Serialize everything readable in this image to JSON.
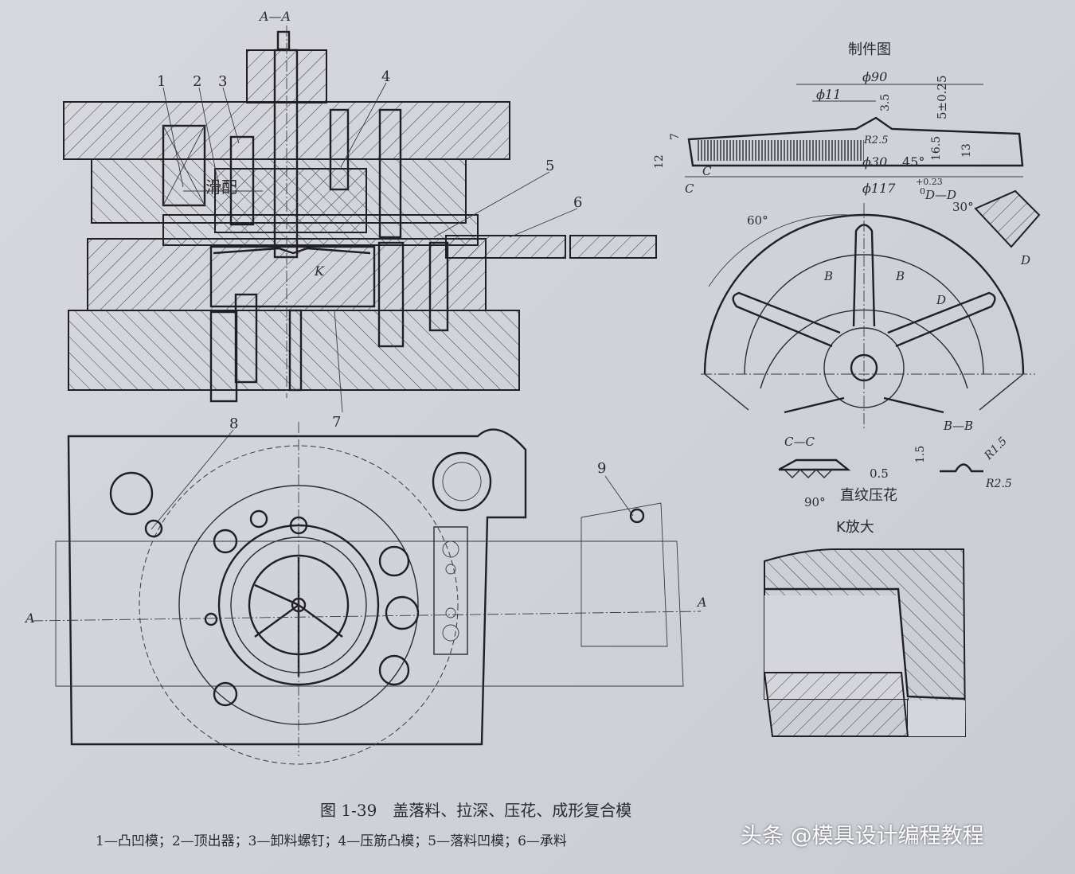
{
  "section_label": "A—A",
  "fit_label": "滑配",
  "part_numbers": [
    "1",
    "2",
    "3",
    "4",
    "5",
    "6",
    "7",
    "8",
    "9"
  ],
  "k_label": "K",
  "section_arrow_label": "A",
  "part_drawing": {
    "title": "制件图",
    "dims": {
      "d90": "ϕ90",
      "d11": "ϕ11",
      "d30": "ϕ30",
      "d117": "ϕ117",
      "d117_tol": "+0.23",
      "d117_tol_low": "0",
      "h5": "5±0.25",
      "h3_5": "3.5",
      "h7": "7",
      "h12": "12",
      "h13": "13",
      "h16_5": "16.5",
      "r2_5": "R2.5",
      "a45": "45°",
      "a60": "60°",
      "a30": "30°",
      "c": "C"
    },
    "section_dd": "D—D",
    "d_label": "D",
    "b_label": "B",
    "section_cc": "C—C",
    "section_bb": "B—B",
    "cc_angle": "90°",
    "cc_pitch": "0.5",
    "knurl_text": "直纹压花",
    "bb_h": "1.5",
    "bb_r1": "R1.5",
    "bb_r2": "R2.5",
    "k_enlarged": "K放大"
  },
  "caption": {
    "title": "图 1-39　盖落料、拉深、压花、成形复合模",
    "legend": "1—凸凹模；2—顶出器；3—卸料螺钉；4—压筋凸模；5—落料凹模；6—承料"
  },
  "watermark": "头条 @模具设计编程教程"
}
